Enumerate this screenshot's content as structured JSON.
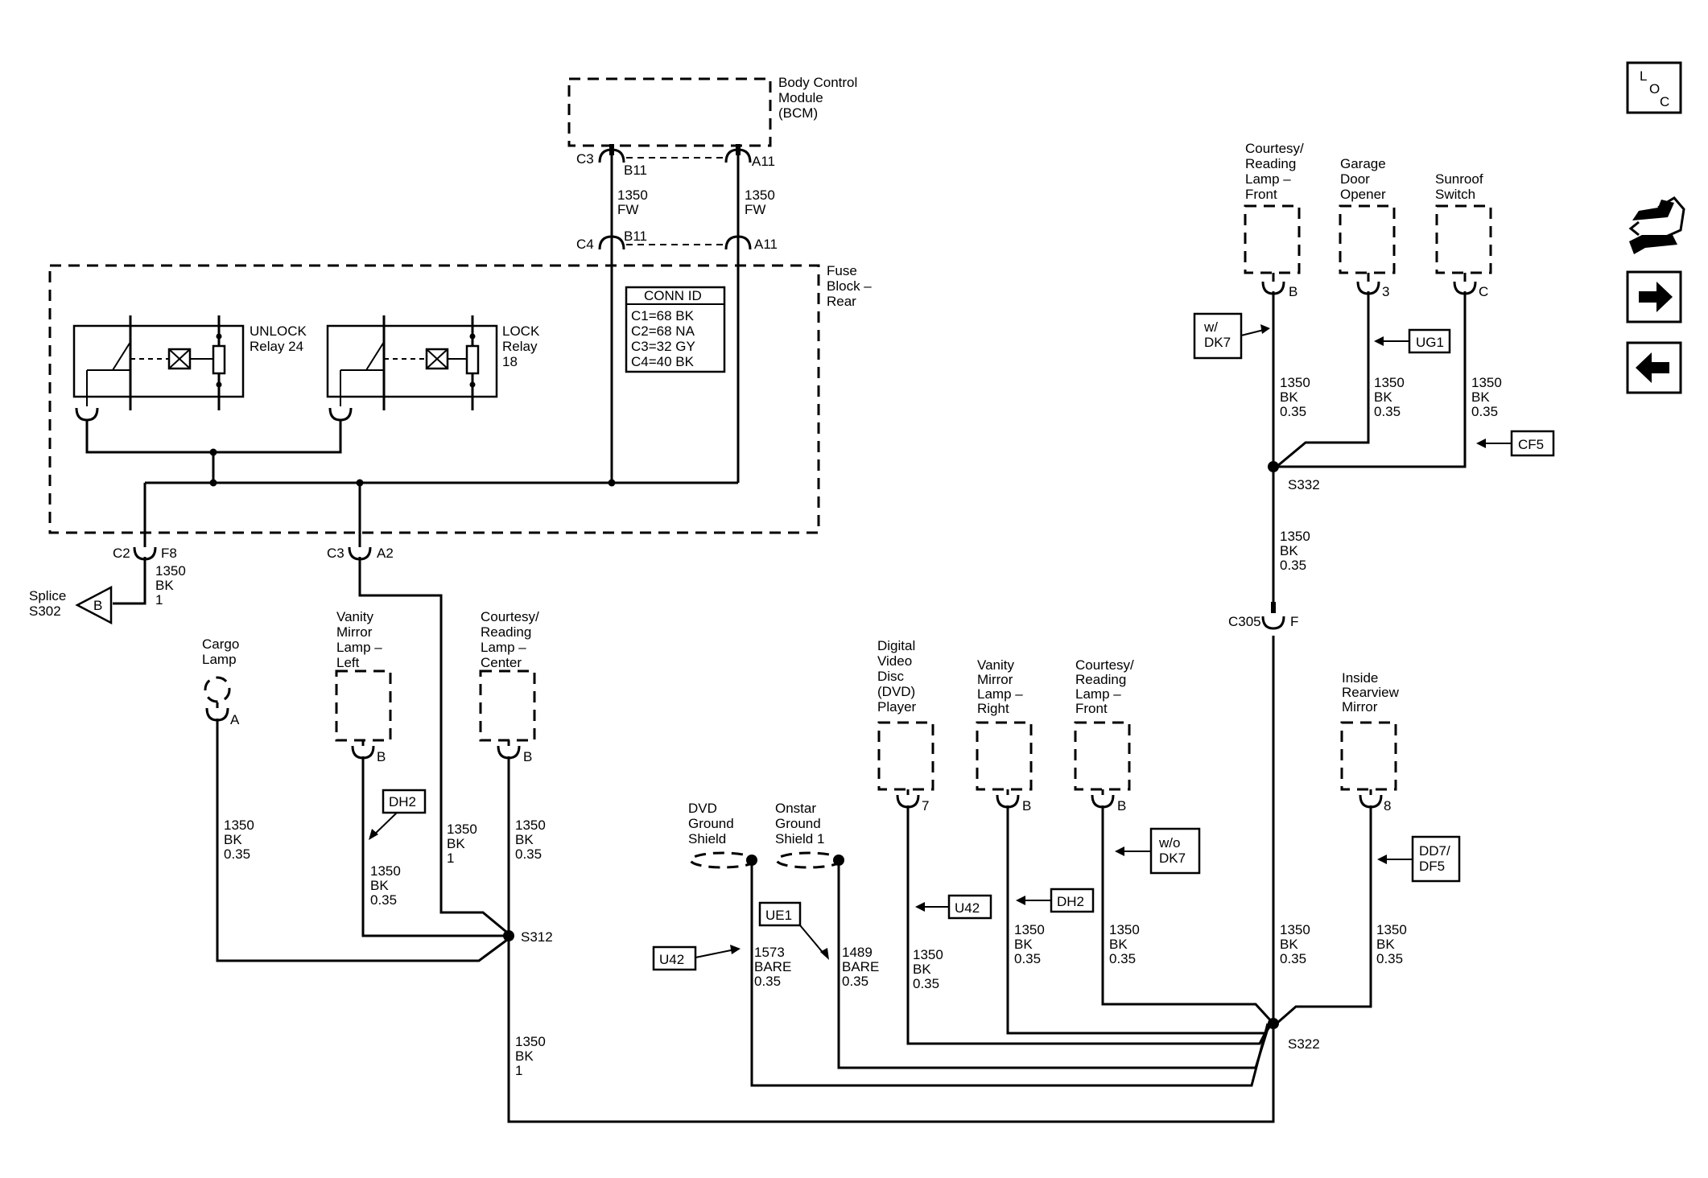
{
  "modules": {
    "bcm": [
      "Body Control",
      "Module",
      "(BCM)"
    ],
    "fuse_block": [
      "Fuse",
      "Block –",
      "Rear"
    ]
  },
  "bcm_pins": {
    "c3": "C3",
    "b11_top": "B11",
    "a11_top": "A11",
    "c4": "C4",
    "b11_bot": "B11",
    "a11_bot": "A11"
  },
  "bcm_wires": {
    "left": [
      "1350",
      "FW"
    ],
    "right": [
      "1350",
      "FW"
    ]
  },
  "conn_id": {
    "title": "CONN ID",
    "rows": [
      "C1=68 BK",
      "C2=68 NA",
      "C3=32 GY",
      "C4=40 BK"
    ]
  },
  "relays": {
    "unlock": [
      "UNLOCK",
      "Relay 24"
    ],
    "lock": [
      "LOCK",
      "Relay",
      "18"
    ]
  },
  "fuse_pins": {
    "c2": "C2",
    "f8": "F8",
    "c3": "C3",
    "a2": "A2"
  },
  "splice_s302": {
    "label": [
      "Splice",
      "S302"
    ],
    "ref": "B"
  },
  "wires": {
    "f8_out": [
      "1350",
      "BK",
      "1"
    ],
    "cargo": [
      "1350",
      "BK",
      "0.35"
    ],
    "vanity_left": [
      "1350",
      "BK",
      "0.35"
    ],
    "a2_out": [
      "1350",
      "BK",
      "1"
    ],
    "courtesy_center": [
      "1350",
      "BK",
      "0.35"
    ],
    "s312_s322": [
      "1350",
      "BK",
      "1"
    ],
    "dvd_shield": [
      "1573",
      "BARE",
      "0.35"
    ],
    "onstar_shield": [
      "1489",
      "BARE",
      "0.35"
    ],
    "dvd_player": [
      "1350",
      "BK",
      "0.35"
    ],
    "vanity_right": [
      "1350",
      "BK",
      "0.35"
    ],
    "courtesy_front_low": [
      "1350",
      "BK",
      "0.35"
    ],
    "s322_c305": [
      "1350",
      "BK",
      "0.35"
    ],
    "mirror": [
      "1350",
      "BK",
      "0.35"
    ],
    "courtesy_front_top": [
      "1350",
      "BK",
      "0.35"
    ],
    "garage": [
      "1350",
      "BK",
      "0.35"
    ],
    "sunroof": [
      "1350",
      "BK",
      "0.35"
    ],
    "s332_c305": [
      "1350",
      "BK",
      "0.35"
    ]
  },
  "components": {
    "cargo_lamp": {
      "label": [
        "Cargo",
        "Lamp"
      ],
      "pin": "A"
    },
    "vanity_left": {
      "label": [
        "Vanity",
        "Mirror",
        "Lamp –",
        "Left"
      ],
      "pin": "B"
    },
    "courtesy_center": {
      "label": [
        "Courtesy/",
        "Reading",
        "Lamp –",
        "Center"
      ],
      "pin": "B"
    },
    "dvd_player": {
      "label": [
        "Digital",
        "Video",
        "Disc",
        "(DVD)",
        "Player"
      ],
      "pin": "7"
    },
    "vanity_right": {
      "label": [
        "Vanity",
        "Mirror",
        "Lamp –",
        "Right"
      ],
      "pin": "B"
    },
    "courtesy_front_low": {
      "label": [
        "Courtesy/",
        "Reading",
        "Lamp –",
        "Front"
      ],
      "pin": "B"
    },
    "mirror": {
      "label": [
        "Inside",
        "Rearview",
        "Mirror"
      ],
      "pin": "8"
    },
    "courtesy_front_top": {
      "label": [
        "Courtesy/",
        "Reading",
        "Lamp –",
        "Front"
      ],
      "pin": "B"
    },
    "garage": {
      "label": [
        "Garage",
        "Door",
        "Opener"
      ],
      "pin": "3"
    },
    "sunroof": {
      "label": [
        "Sunroof",
        "Switch"
      ],
      "pin": "C"
    },
    "dvd_shield": {
      "label": [
        "DVD",
        "Ground",
        "Shield"
      ]
    },
    "onstar_shield": {
      "label": [
        "Onstar",
        "Ground",
        "Shield 1"
      ]
    }
  },
  "options": {
    "dh2_left": [
      "DH2"
    ],
    "u42_left": [
      "U42"
    ],
    "ue1": [
      "UE1"
    ],
    "u42_right": [
      "U42"
    ],
    "dh2_right": [
      "DH2"
    ],
    "wo_dk7": [
      "w/o",
      "DK7"
    ],
    "dd7": [
      "DD7/",
      "DF5"
    ],
    "w_dk7": [
      "w/",
      "DK7"
    ],
    "ug1": [
      "UG1"
    ],
    "cf5": [
      "CF5"
    ]
  },
  "splices": {
    "s312": "S312",
    "s322": "S322",
    "s332": "S332"
  },
  "c305": {
    "conn": "C305",
    "pin": "F"
  },
  "nav": {
    "loc": [
      "L",
      "O",
      "C"
    ],
    "icons": [
      "hand-wrench-icon",
      "arrow-right-icon",
      "arrow-left-icon"
    ]
  }
}
